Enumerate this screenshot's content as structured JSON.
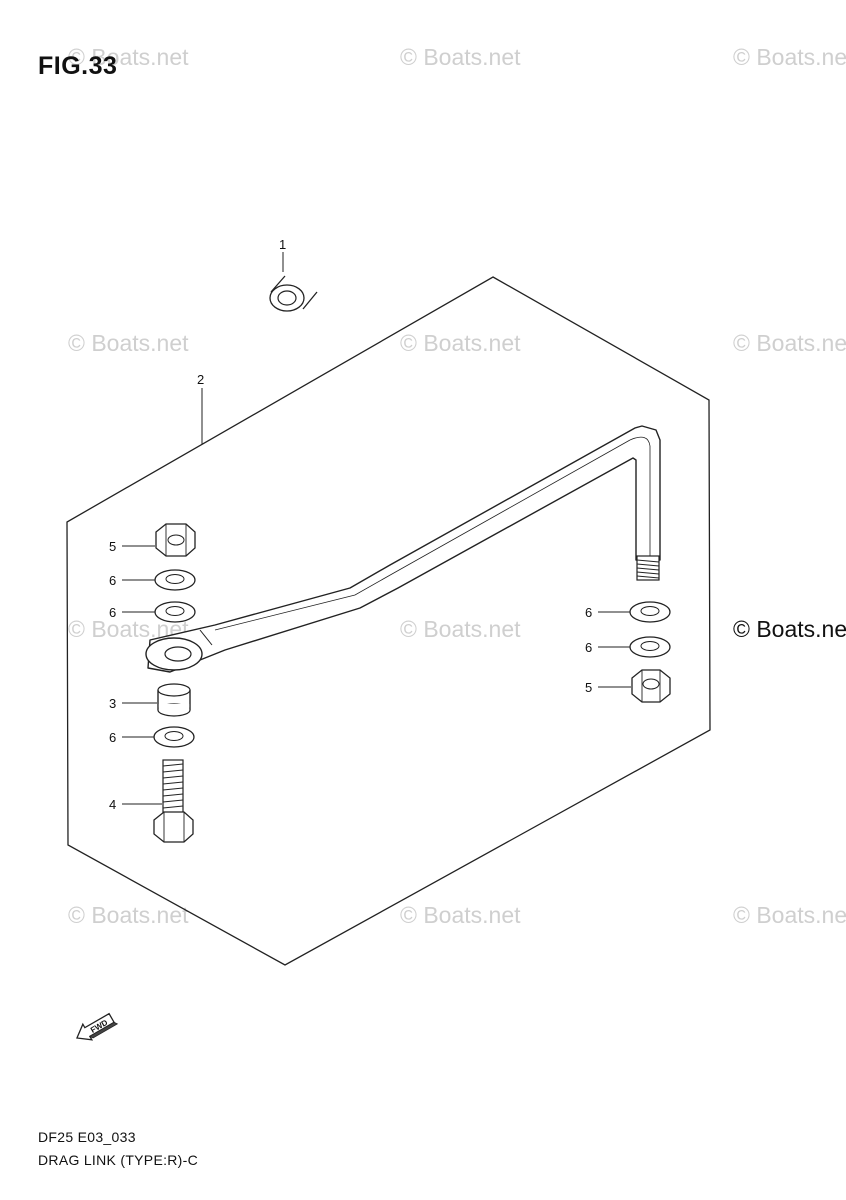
{
  "figure": {
    "title": "FIG.33"
  },
  "watermark": {
    "text": "© Boats.net"
  },
  "callouts": {
    "c1": "1",
    "c2": "2",
    "c3": "3",
    "c4": "4",
    "c5": "5",
    "c6": "6"
  },
  "fwd_arrow": {
    "label": "FWD"
  },
  "footer": {
    "code": "DF25 E03_033",
    "caption": "DRAG LINK (TYPE:R)-C"
  }
}
